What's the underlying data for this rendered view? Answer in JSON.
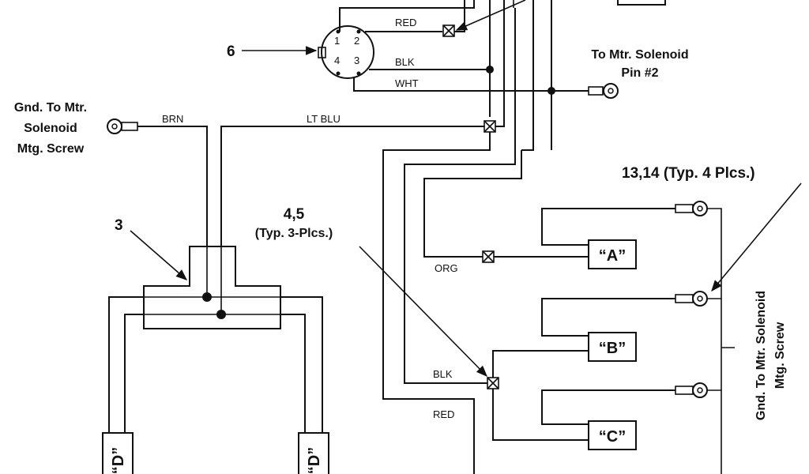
{
  "callouts": {
    "c6": "6",
    "c3": "3",
    "c45": "4,5",
    "c45_note": "(Typ. 3-Plcs.)",
    "c1314": "13,14 (Typ. 4 Plcs.)"
  },
  "connector_pins": [
    "1",
    "2",
    "4",
    "3"
  ],
  "wires": {
    "red_top": "RED",
    "blk_top": "BLK",
    "wht": "WHT",
    "brn": "BRN",
    "lt_blu": "LT BLU",
    "org": "ORG",
    "blk_mid": "BLK",
    "red_bottom": "RED"
  },
  "notes": {
    "to_mtr_line1": "To Mtr. Solenoid",
    "to_mtr_line2": "Pin #2",
    "gnd_left_line1": "Gnd. To Mtr.",
    "gnd_left_line2": "Solenoid",
    "gnd_left_line3": "Mtg. Screw",
    "gnd_right_line1": "Gnd. To Mtr. Solenoid",
    "gnd_right_line2": "Mtg. Screw"
  },
  "boxes": {
    "a": "“A”",
    "b": "“B”",
    "c": "“C”",
    "d_left": "“D”",
    "d_right": "“D”"
  }
}
